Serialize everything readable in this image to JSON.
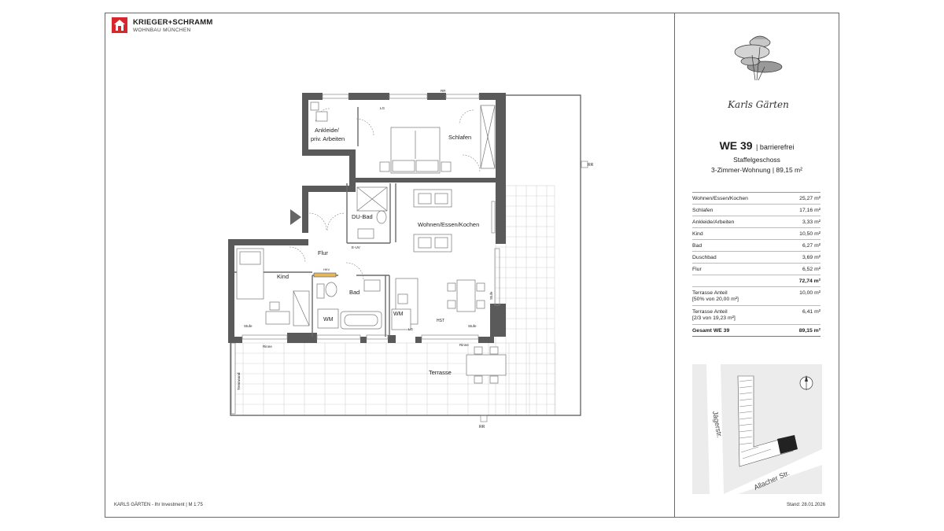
{
  "brand": {
    "name": "KRIEGER+SCHRAMM",
    "subtitle": "WOHNBAU MÜNCHEN",
    "color": "#d8262c"
  },
  "logo": {
    "script_text": "Karls Gärten"
  },
  "unit": {
    "number": "WE 39",
    "accessibility": "| barrierefrei",
    "floor": "Staffelgeschoss",
    "type_area": "3-Zimmer-Wohnung | 89,15 m²"
  },
  "areas": [
    {
      "room": "Wohnen/Essen/Kochen",
      "value": "25,27 m²"
    },
    {
      "room": "Schlafen",
      "value": "17,16 m²"
    },
    {
      "room": "Ankleide/Arbeiten",
      "value": "3,33 m²"
    },
    {
      "room": "Kind",
      "value": "10,50 m²"
    },
    {
      "room": "Bad",
      "value": "6,27 m²"
    },
    {
      "room": "Duschbad",
      "value": "3,69 m²"
    },
    {
      "room": "Flur",
      "value": "6,52 m²"
    }
  ],
  "subtotal": "72,74 m²",
  "terraces": [
    {
      "line1": "Terrasse Anteil",
      "line2": "[50% von 20,00 m²]",
      "value": "10,00 m²"
    },
    {
      "line1": "Terrasse Anteil",
      "line2": "[2/3 von 19,23 m²]",
      "value": "6,41 m²"
    }
  ],
  "total": {
    "label": "Gesamt WE 39",
    "value": "89,15 m²"
  },
  "plan_labels": {
    "ankleide_1": "Ankleide/",
    "ankleide_2": "priv. Arbeiten",
    "schlafen": "Schlafen",
    "du_bad": "DU-Bad",
    "wohnen": "Wohnen/Essen/Kochen",
    "flur": "Flur",
    "kind": "Kind",
    "bad": "Bad",
    "terrasse": "Terrasse",
    "wm1": "WM",
    "wm2": "WM",
    "hst": "HST",
    "hkv": "HKV",
    "euv": "E-UV",
    "lg1": "LG",
    "lg2": "LG",
    "rr1": "RR",
    "rr2": "RR",
    "rr3": "RR",
    "stufe1": "Stufe",
    "stufe2": "Stufe",
    "stufe_v": "Stufe",
    "rinne1": "Rinne",
    "rinne2": "Rinne",
    "trennwand": "Trennwand"
  },
  "map": {
    "street1": "Jägerstr.",
    "street2": "Allacher Str."
  },
  "footer": {
    "left": "KARLS GÄRTEN - Ihr Investment | M 1:75",
    "right": "Stand: 28.01.2026"
  }
}
